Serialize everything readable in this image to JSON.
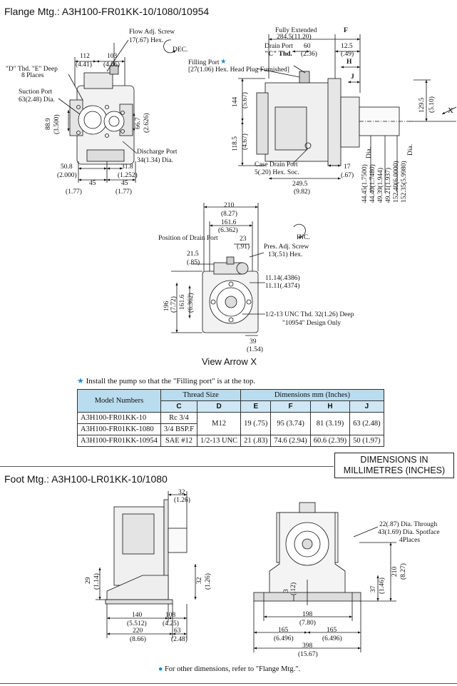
{
  "flange_title": "Flange Mtg.: A3H100-FR01KK-10/1080/10954",
  "foot_title": "Foot Mtg.: A3H100-LR01KK-10/1080",
  "view_arrow": "View Arrow X",
  "install_note": "Install the pump so that the \"Filling port\" is at the top.",
  "dims_box": [
    "DIMENSIONS IN",
    "MILLIMETRES (INCHES)"
  ],
  "footer_note": "For other dimensions, refer to \"Flange Mtg.\".",
  "colors": {
    "accent": "#1e88c8",
    "table_header": "#b9dcef"
  },
  "table": {
    "model_header": "Model Numbers",
    "thread_header": "Thread Size",
    "dims_header": "Dimensions   mm (Inches)",
    "cols": [
      "C",
      "D",
      "E",
      "F",
      "H",
      "J"
    ],
    "d_shared": "M12",
    "rows": [
      {
        "model": "A3H100-FR01KK-10",
        "c": "Rc 3/4",
        "e": "19 (.75)",
        "f": "95 (3.74)",
        "h": "81 (3.19)",
        "j": "63 (2.48)"
      },
      {
        "model": "A3H100-FR01KK-1080",
        "c": "3/4 BSP.F",
        "e": "",
        "f": "",
        "h": "",
        "j": ""
      },
      {
        "model": "A3H100-FR01KK-10954",
        "c": "SAE #12",
        "d": "1/2-13 UNC",
        "e": "21 (.83)",
        "f": "74.6 (2.94)",
        "h": "60.6 (2.39)",
        "j": "50 (1.97)"
      }
    ]
  },
  "front": {
    "flow_adj": "Flow Adj. Screw",
    "flow_adj_hex": "17(.67) Hex.",
    "dec": "DEC.",
    "d112": "112",
    "d112i": "(4.41)",
    "d103": "103",
    "d103i": "(4.06)",
    "d_thd": "\"D\" Thd. \"E\" Deep",
    "d_places": "8 Places",
    "suction": "Suction Port",
    "suction_dia": "63(2.48) Dia.",
    "d889": "88.9",
    "d889i": "(3.500)",
    "d667": "66.7",
    "d667i": "(2.626)",
    "discharge": "Discharge Port",
    "discharge_dia": "34(1.34) Dia.",
    "d508": "50.8",
    "d508i": "(2.000)",
    "d318": "31.8",
    "d318i": "(1.252)",
    "d45a": "45",
    "d45ai": "(1.77)",
    "d45b": "45",
    "d45bi": "(1.77)"
  },
  "side": {
    "fully_ext": "Fully Extended",
    "d2845": "284.5(11.20)",
    "drain": "Drain Port",
    "c_thd": "\"C\" Thd.",
    "d60": "60",
    "d60i": "(2.36)",
    "f": "F",
    "d125": "12.5",
    "d125i": "(.49)",
    "h": "H",
    "j": "J",
    "filling": "Filling Port",
    "filling_hex": "[27(1.06) Hex. Head Plug Furnished]",
    "d144": "144",
    "d144i": "(5.67)",
    "d1185": "118.5",
    "d1185i": "(4.67)",
    "d1295": "129.5",
    "d1295i": "(5.10)",
    "x": "X",
    "case_drain": "Case Drain Port",
    "case_hex": "5(.20) Hex. Soc.",
    "d17": "17",
    "d17i": "(.67)",
    "d2495": "249.5",
    "d2495i": "(9.82)",
    "shaft": [
      "44.45(1.7500)",
      "44.40(1.7480)",
      "49.39(1.944)",
      "49.21(1.937)",
      "152.40(6.0000)",
      "152.35(5.9980)"
    ],
    "dia": "Dia."
  },
  "rear": {
    "d210": "210",
    "d210i": "(8.27)",
    "d1616": "161.6",
    "d1616i": "(6.362)",
    "pos_drain": "Position of Drain Port",
    "d23": "23",
    "d23i": "(.91)",
    "inc": "INC.",
    "pres_adj": "Pres. Adj. Screw",
    "pres_hex": "13(.51) Hex.",
    "d215": "21.5",
    "d215i": "(.85)",
    "k1": "11.14(.4386)",
    "k2": "11.11(.4374)",
    "d196": "196",
    "d196i": "(7.72)",
    "d1616v": "161.6",
    "d1616vi": "(6.362)",
    "unc": "1/2-13 UNC Thd. 32(1.26) Deep",
    "design": "\"10954\" Design Only",
    "d39": "39",
    "d39i": "(1.54)"
  },
  "foot_side": {
    "d32": "32",
    "d32i": "(1.26)",
    "d29": "29",
    "d29i": "(1.14)",
    "d32v": "32",
    "d32vi": "(1.26)",
    "d140": "140",
    "d140i": "(5.512)",
    "d108": "108",
    "d108i": "(4.25)",
    "d220": "220",
    "d220i": "(8.66)",
    "d63": "63",
    "d63i": "(2.48)"
  },
  "foot_rear": {
    "through": "22(.87) Dia. Through",
    "spotface": "43(1.69) Dia. Spotface",
    "places": "4Places",
    "d37": "37",
    "d37i": "(1.46)",
    "d210": "210",
    "d210i": "(8.27)",
    "d3": "3",
    "d3i": "(.12)",
    "d198": "198",
    "d198i": "(7.80)",
    "d165a": "165",
    "d165ai": "(6.496)",
    "d165b": "165",
    "d165bi": "(6.496)",
    "d398": "398",
    "d398i": "(15.67)"
  }
}
